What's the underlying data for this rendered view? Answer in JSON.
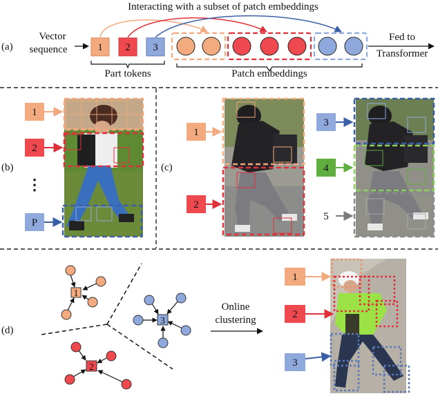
{
  "colors": {
    "orange_fill": "#f2aa7e",
    "orange_stroke": "#e8946a",
    "red_fill": "#ef4950",
    "red_stroke": "#e0303a",
    "blue_fill": "#8fa9dc",
    "blue_stroke": "#3a5fa6",
    "green_fill": "#5fae3f",
    "green_stroke": "#8bd05a",
    "gray_fill": "#7a7a7a",
    "gray_stroke": "#8a8a8a",
    "divider": "#222222"
  },
  "panel_a": {
    "label": "(a)",
    "title": "Interacting with a subset of patch embeddings",
    "input_line1": "Vector",
    "input_line2": "sequence",
    "tokens": [
      "1",
      "2",
      "3"
    ],
    "part_tokens_label": "Part tokens",
    "patch_embeddings_label": "Patch embeddings",
    "output_line1": "Fed to",
    "output_line2": "Transformer"
  },
  "panel_b": {
    "label": "(b)",
    "tokens": [
      "1",
      "2",
      "P"
    ],
    "ellipsis": "⋮"
  },
  "panel_c": {
    "label": "(c)",
    "tokens_left": [
      "1",
      "2"
    ],
    "tokens_right": [
      "3",
      "4",
      "5"
    ]
  },
  "panel_d": {
    "label": "(d)",
    "centers": [
      "1",
      "3",
      "2"
    ],
    "clustering_line1": "Online",
    "clustering_line2": "clustering",
    "tokens": [
      "1",
      "2",
      "3"
    ]
  }
}
